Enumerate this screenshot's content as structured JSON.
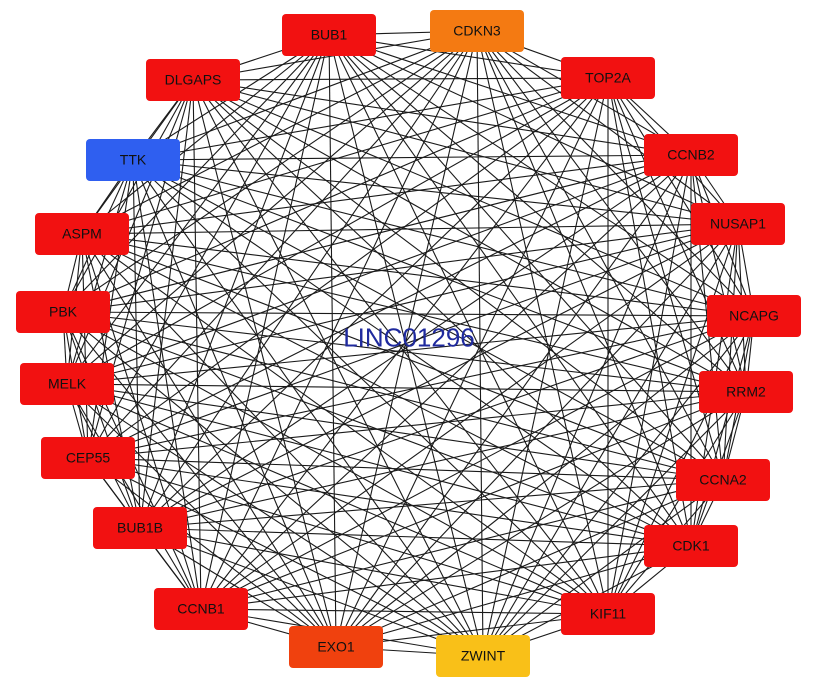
{
  "center_label": "LINC01296",
  "colors": {
    "edge": "#1a1a1a",
    "red": "#f21111",
    "orange_red": "#f0410e",
    "orange": "#f47a12",
    "yellow": "#f9c018",
    "blue": "#2f5ff0"
  },
  "nodes": [
    {
      "label": "BUB1",
      "color": "red"
    },
    {
      "label": "CDKN3",
      "color": "orange"
    },
    {
      "label": "TOP2A",
      "color": "red"
    },
    {
      "label": "CCNB2",
      "color": "red"
    },
    {
      "label": "NUSAP1",
      "color": "red"
    },
    {
      "label": "NCAPG",
      "color": "red"
    },
    {
      "label": "RRM2",
      "color": "red"
    },
    {
      "label": "CCNA2",
      "color": "red"
    },
    {
      "label": "CDK1",
      "color": "red"
    },
    {
      "label": "KIF11",
      "color": "red"
    },
    {
      "label": "ZWINT",
      "color": "yellow"
    },
    {
      "label": "EXO1",
      "color": "orange_red"
    },
    {
      "label": "CCNB1",
      "color": "red"
    },
    {
      "label": "BUB1B",
      "color": "red"
    },
    {
      "label": "CEP55",
      "color": "red"
    },
    {
      "label": "MELK",
      "color": "red"
    },
    {
      "label": "PBK",
      "color": "red"
    },
    {
      "label": "ASPM",
      "color": "red"
    },
    {
      "label": "TTK",
      "color": "blue"
    },
    {
      "label": "DLGAPS",
      "color": "red"
    }
  ]
}
